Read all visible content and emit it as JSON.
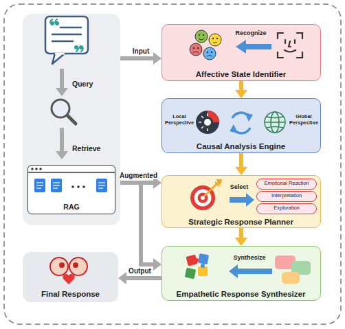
{
  "diagram": {
    "nodes": [
      {
        "text": [
          "Query",
          "Retrieve"
        ]
      },
      {
        "text": [
          "RAG"
        ],
        "in": 0
      },
      {
        "text": [
          "Recognize",
          "Affective State Identifier"
        ]
      },
      {
        "text": [
          "Local Perspective",
          "Global Perspective",
          "Causal Analysis Engine"
        ]
      },
      {
        "text": [
          "Select",
          "Strategic Response Planner"
        ]
      },
      {
        "text": [
          "Emotional Reaction"
        ],
        "in": 4
      },
      {
        "text": [
          "Interpretation"
        ],
        "in": 4
      },
      {
        "text": [
          "Exploration"
        ],
        "in": 4
      },
      {
        "text": [
          "Synthesize",
          "Empathetic Response Synthesizer"
        ]
      },
      {
        "text": [
          "Final Response"
        ]
      }
    ],
    "edges": [
      {
        "from": 0,
        "to": 2,
        "label": "Input",
        "arrow": "to"
      },
      {
        "from": 2,
        "to": 3,
        "arrow": "to"
      },
      {
        "from": 3,
        "to": 4,
        "arrow": "to"
      },
      {
        "from": 4,
        "to": 8,
        "arrow": "to"
      },
      {
        "from": 1,
        "to": 4,
        "label": "Augmented",
        "arrow": "to"
      },
      {
        "from": 1,
        "to": 8,
        "arrow": "to"
      },
      {
        "from": 8,
        "to": 9,
        "label": "Output",
        "arrow": "to"
      }
    ]
  }
}
